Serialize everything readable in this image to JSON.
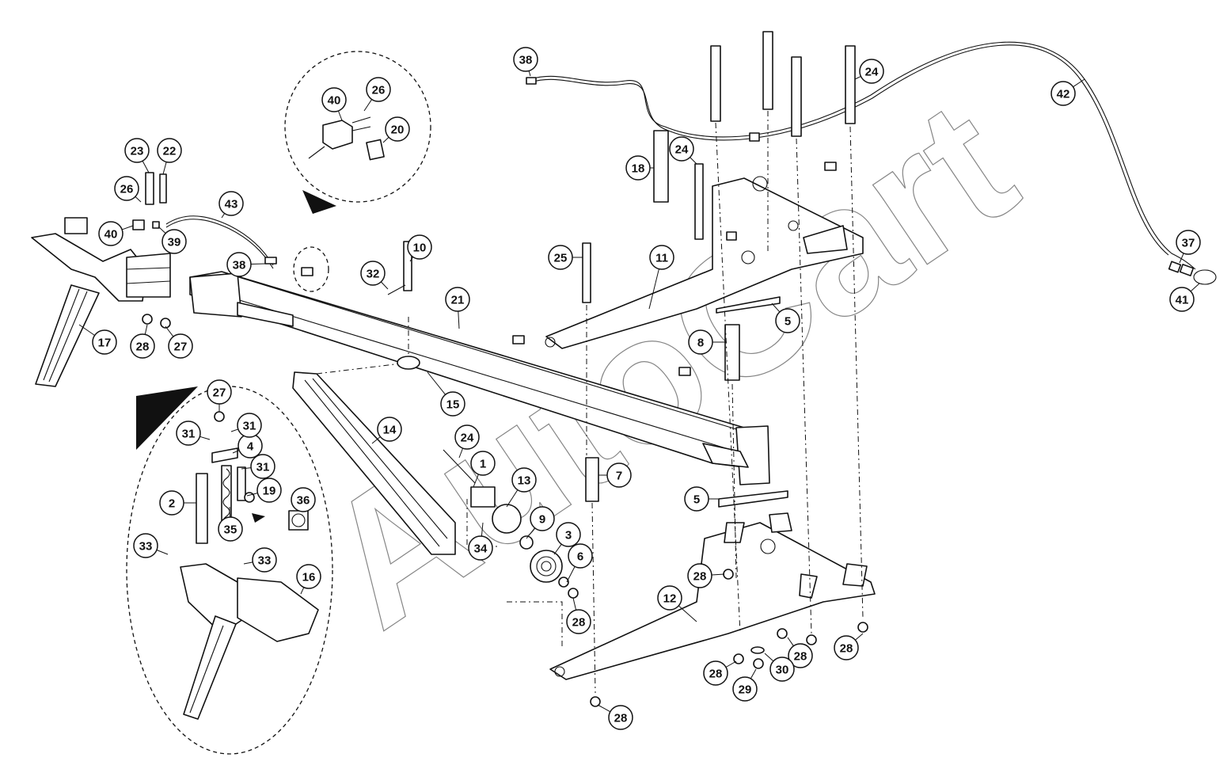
{
  "diagram": {
    "watermark": "AutoCart",
    "callouts": [
      {
        "id": "c1",
        "label": "1"
      },
      {
        "id": "c2",
        "label": "2"
      },
      {
        "id": "c3",
        "label": "3"
      },
      {
        "id": "c4",
        "label": "4"
      },
      {
        "id": "c5a",
        "label": "5"
      },
      {
        "id": "c5b",
        "label": "5"
      },
      {
        "id": "c6",
        "label": "6"
      },
      {
        "id": "c7",
        "label": "7"
      },
      {
        "id": "c8",
        "label": "8"
      },
      {
        "id": "c9",
        "label": "9"
      },
      {
        "id": "c10",
        "label": "10"
      },
      {
        "id": "c11",
        "label": "11"
      },
      {
        "id": "c12",
        "label": "12"
      },
      {
        "id": "c13",
        "label": "13"
      },
      {
        "id": "c14",
        "label": "14"
      },
      {
        "id": "c15",
        "label": "15"
      },
      {
        "id": "c16",
        "label": "16"
      },
      {
        "id": "c17",
        "label": "17"
      },
      {
        "id": "c18",
        "label": "18"
      },
      {
        "id": "c19",
        "label": "19"
      },
      {
        "id": "c20",
        "label": "20"
      },
      {
        "id": "c21",
        "label": "21"
      },
      {
        "id": "c22",
        "label": "22"
      },
      {
        "id": "c23",
        "label": "23"
      },
      {
        "id": "c24a",
        "label": "24"
      },
      {
        "id": "c24b",
        "label": "24"
      },
      {
        "id": "c24c",
        "label": "24"
      },
      {
        "id": "c25",
        "label": "25"
      },
      {
        "id": "c26a",
        "label": "26"
      },
      {
        "id": "c26b",
        "label": "26"
      },
      {
        "id": "c27a",
        "label": "27"
      },
      {
        "id": "c27b",
        "label": "27"
      },
      {
        "id": "c28a",
        "label": "28"
      },
      {
        "id": "c28b",
        "label": "28"
      },
      {
        "id": "c28c",
        "label": "28"
      },
      {
        "id": "c28d",
        "label": "28"
      },
      {
        "id": "c28e",
        "label": "28"
      },
      {
        "id": "c28f",
        "label": "28"
      },
      {
        "id": "c28g",
        "label": "28"
      },
      {
        "id": "c29",
        "label": "29"
      },
      {
        "id": "c30",
        "label": "30"
      },
      {
        "id": "c31a",
        "label": "31"
      },
      {
        "id": "c31b",
        "label": "31"
      },
      {
        "id": "c31c",
        "label": "31"
      },
      {
        "id": "c32",
        "label": "32"
      },
      {
        "id": "c33a",
        "label": "33"
      },
      {
        "id": "c33b",
        "label": "33"
      },
      {
        "id": "c34",
        "label": "34"
      },
      {
        "id": "c35",
        "label": "35"
      },
      {
        "id": "c36",
        "label": "36"
      },
      {
        "id": "c37",
        "label": "37"
      },
      {
        "id": "c38a",
        "label": "38"
      },
      {
        "id": "c38b",
        "label": "38"
      },
      {
        "id": "c39",
        "label": "39"
      },
      {
        "id": "c40a",
        "label": "40"
      },
      {
        "id": "c40b",
        "label": "40"
      },
      {
        "id": "c41",
        "label": "41"
      },
      {
        "id": "c42",
        "label": "42"
      },
      {
        "id": "c43",
        "label": "43"
      }
    ]
  }
}
